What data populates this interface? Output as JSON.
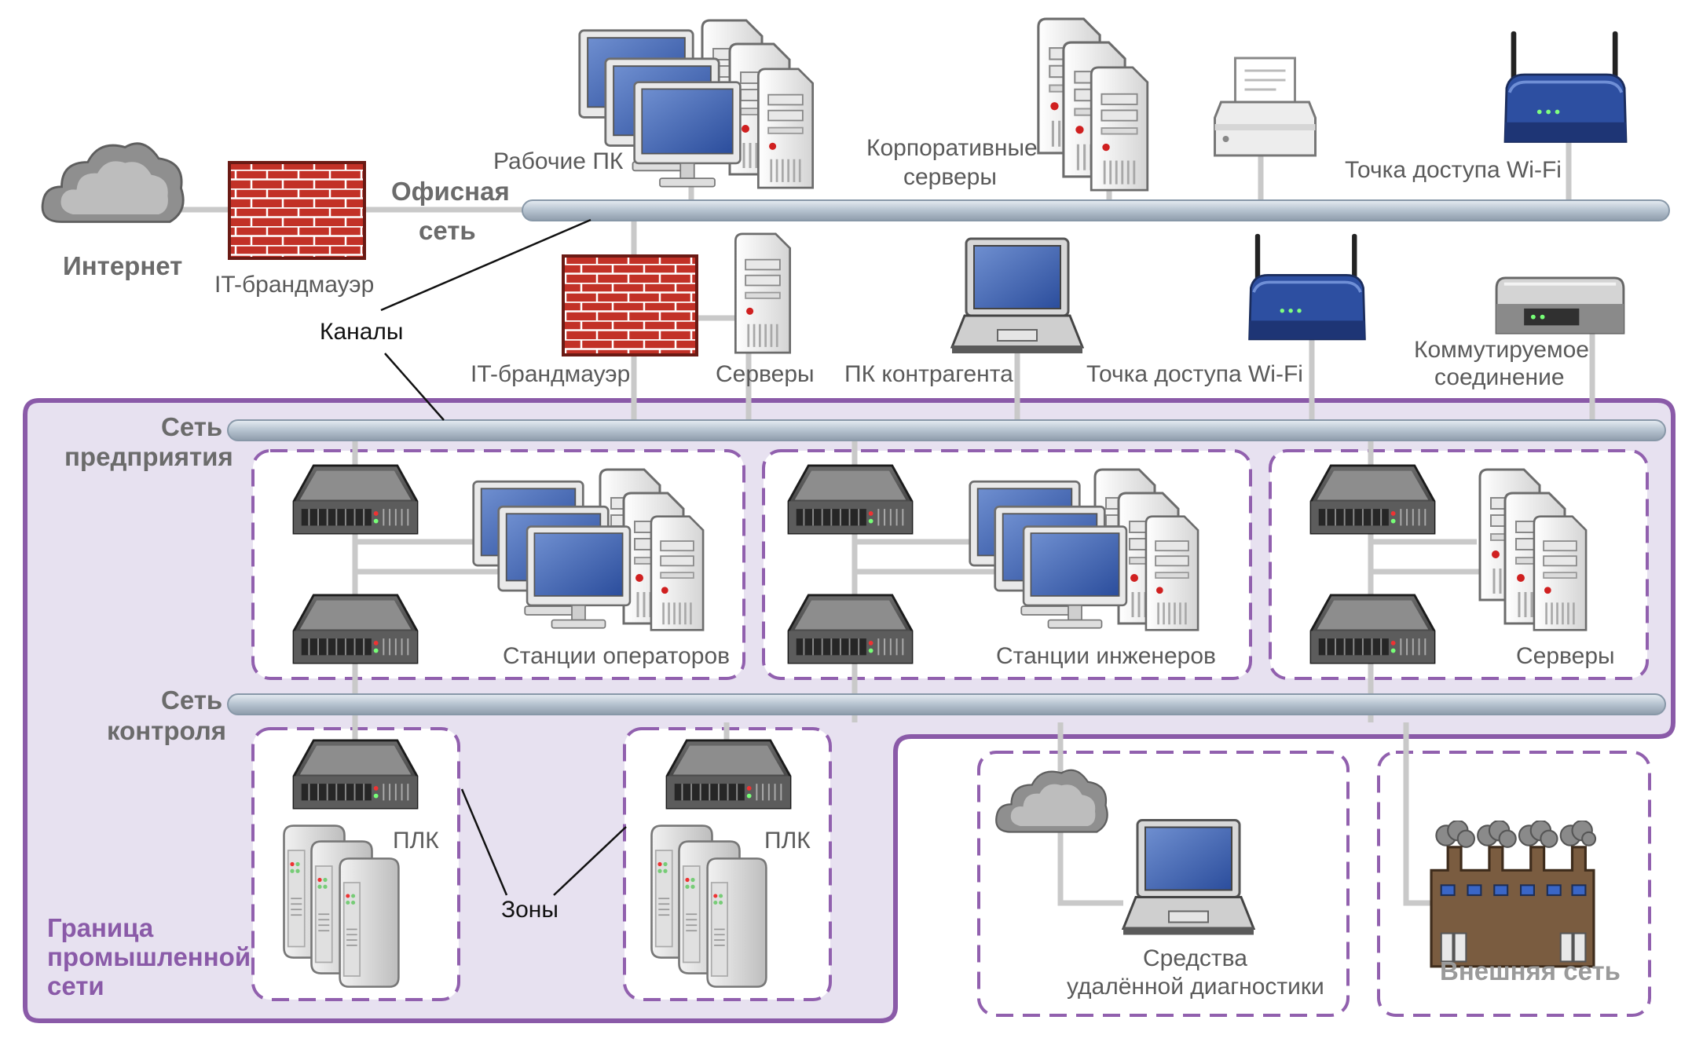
{
  "labels": {
    "internet": "Интернет",
    "it_firewall_top": "IT-брандмауэр",
    "office_net_1": "Офисная",
    "office_net_2": "сеть",
    "work_pcs": "Рабочие ПК",
    "corp_servers_1": "Корпоративные",
    "corp_servers_2": "серверы",
    "wifi_top": "Точка доступа Wi-Fi",
    "channels": "Каналы",
    "it_firewall_mid": "IT-брандмауэр",
    "servers_mid": "Серверы",
    "contractor_pc": "ПК контрагента",
    "wifi_mid": "Точка доступа Wi-Fi",
    "dialup_1": "Коммутируемое",
    "dialup_2": "соединение",
    "enterprise_net_1": "Сеть",
    "enterprise_net_2": "предприятия",
    "operator_stations": "Станции операторов",
    "engineer_stations": "Станции инженеров",
    "servers_zone": "Серверы",
    "control_net_1": "Сеть",
    "control_net_2": "контроля",
    "plc_1": "ПЛК",
    "plc_2": "ПЛК",
    "zones": "Зоны",
    "boundary_1": "Граница",
    "boundary_2": "промышленной",
    "boundary_3": "сети",
    "remote_diag_1": "Средства",
    "remote_diag_2": "удалённой диагностики",
    "external_net": "Внешняя сеть"
  },
  "icons": [
    "cloud-icon",
    "firewall-icon",
    "monitor-icon",
    "server-tower-icon",
    "printer-icon",
    "wifi-router-icon",
    "laptop-icon",
    "modem-icon",
    "network-switch-icon",
    "plc-rack-icon",
    "factory-icon"
  ],
  "colors": {
    "boundary": "#8a5aa8",
    "boundary_fill": "#e8e2f0",
    "bus": "#c3ccd6",
    "brick": "#c8302a",
    "screen": "#3a5fb0",
    "router": "#2e4fa0"
  }
}
